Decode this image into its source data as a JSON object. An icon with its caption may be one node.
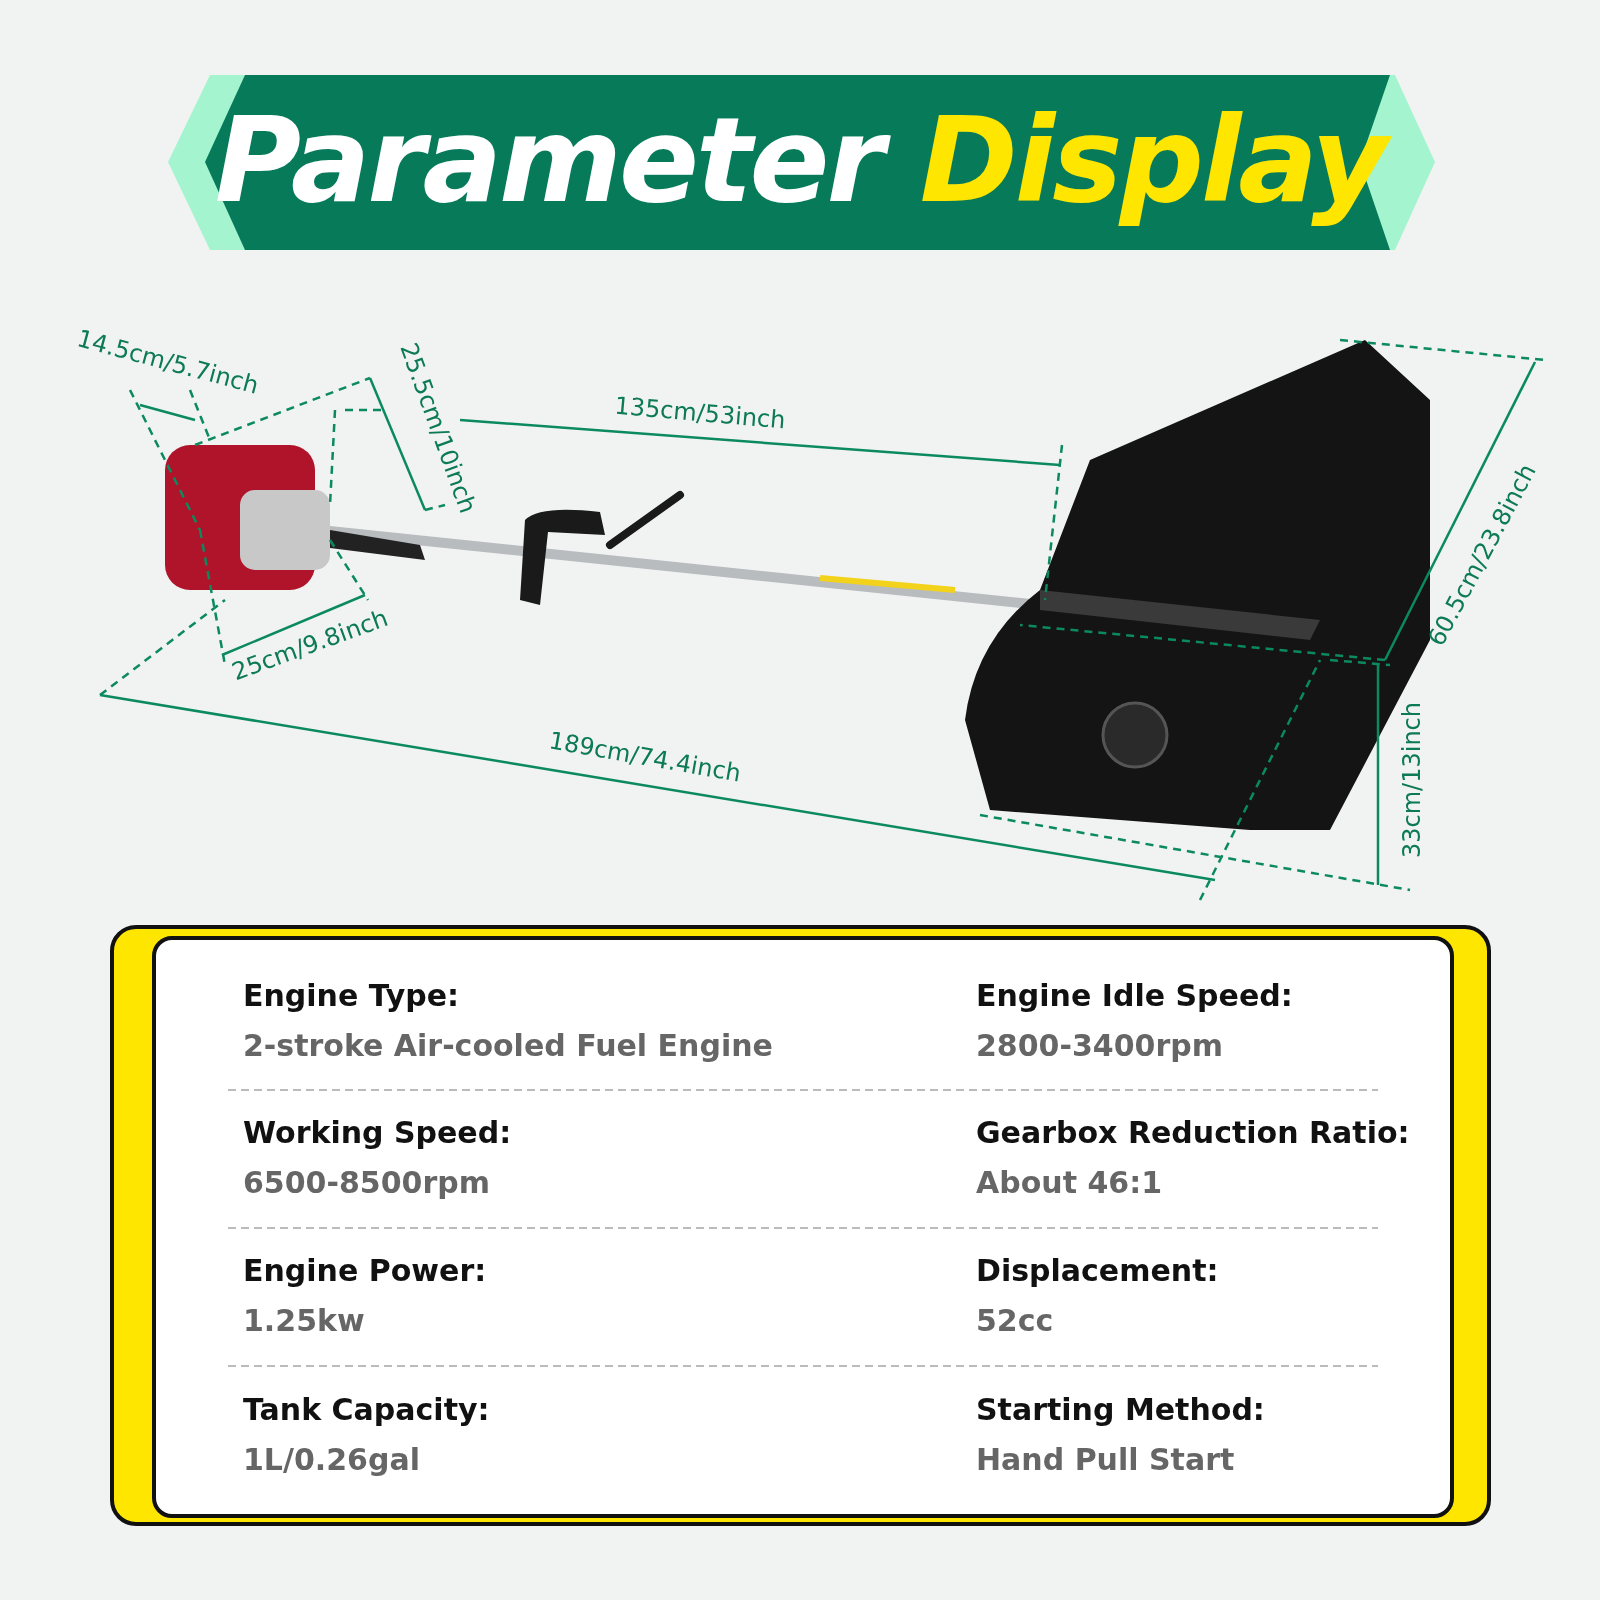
{
  "diagram": {
    "title": "Parameter Display",
    "labels": [
      "14.5cm/5.7inch",
      "25.5cm/10inch",
      "135cm/53inch",
      "60.5cm/23.8inch",
      "25cm/9.8inch",
      "189cm/74.4inch",
      "33cm/13inch",
      "Engine Type:",
      "2-stroke Air-cooled Fuel Engine",
      "Engine Idle Speed:",
      "2800-3400rpm",
      "Working Speed:",
      "6500-8500rpm",
      "Gearbox Reduction Ratio:",
      "About 46:1",
      "Engine Power:",
      "1.25kw",
      "Displacement:",
      "52cc",
      "Tank Capacity:",
      "1L/0.26gal",
      "Starting Method:",
      "Hand Pull Start"
    ]
  }
}
